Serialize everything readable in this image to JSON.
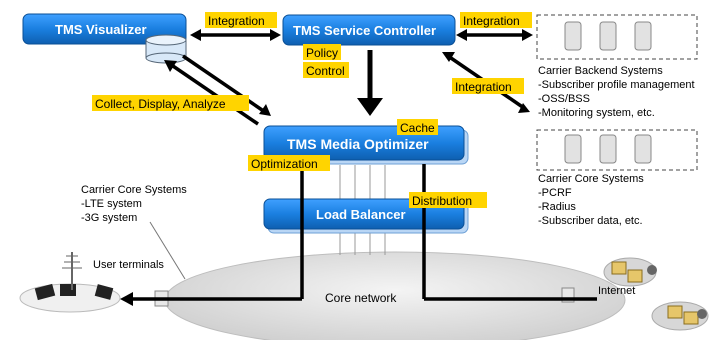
{
  "nodes": {
    "visualizer": "TMS Visualizer",
    "service_controller": "TMS Service Controller",
    "media_optimizer": "TMS Media Optimizer",
    "load_balancer": "Load Balancer",
    "core_network": "Core network",
    "internet": "Internet",
    "user_terminals": "User terminals"
  },
  "labels": {
    "integration_left": "Integration",
    "integration_right": "Integration",
    "integration_diag": "Integration",
    "policy_control_1": "Policy",
    "policy_control_2": "Control",
    "collect": "Collect, Display, Analyze",
    "cache": "Cache",
    "optimization": "Optimization",
    "distribution": "Distribution"
  },
  "carrier_backend": {
    "title": "Carrier Backend Systems",
    "items": [
      "-Subscriber profile management",
      "-OSS/BSS",
      "-Monitoring system, etc."
    ]
  },
  "carrier_core_right": {
    "title": "Carrier Core Systems",
    "items": [
      "-PCRF",
      "-Radius",
      "-Subscriber data, etc."
    ]
  },
  "carrier_core_left": {
    "title": "Carrier Core Systems",
    "items": [
      "-LTE system",
      "-3G system"
    ]
  },
  "colors": {
    "box_blue": "#1a7fe0",
    "box_blue_dark": "#0e5fb0",
    "label_yellow": "#ffd400",
    "cloud_gray": "#dcdcdc"
  }
}
